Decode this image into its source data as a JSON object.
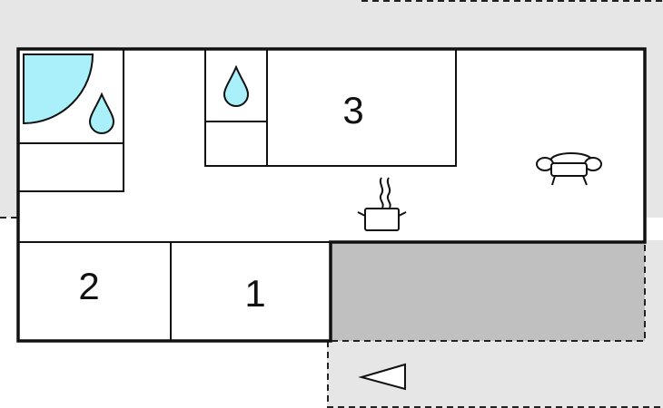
{
  "floor_plan": {
    "rooms": [
      {
        "id": "bedroom-3",
        "label": "3"
      },
      {
        "id": "bedroom-2",
        "label": "2"
      },
      {
        "id": "bedroom-1",
        "label": "1"
      }
    ],
    "icons": {
      "shower": "shower-icon",
      "water_drop": "water-drop-icon",
      "cooking_pot": "cooking-pot-icon",
      "armchair": "armchair-icon",
      "entrance_arrow": "entrance-arrow-icon"
    },
    "colors": {
      "outdoor": "#e6e6e6",
      "interior": "#ffffff",
      "wall": "#111111",
      "covered_area": "#c0c0c0",
      "water": "#aaf0fa"
    }
  }
}
